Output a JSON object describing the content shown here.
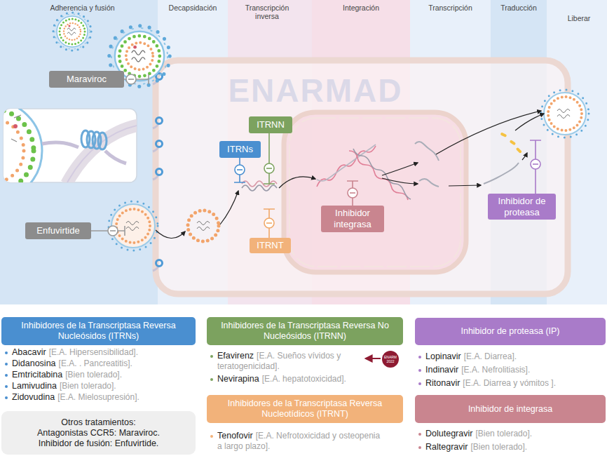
{
  "diagram": {
    "nodes": [
      {
        "text": [
          "Maraviroc"
        ]
      },
      {
        "text": [
          "ITRNN"
        ]
      },
      {
        "text": [
          "ITRNs"
        ]
      },
      {
        "text": [
          "Inhibidor de proteasa"
        ]
      },
      {
        "text": [
          "Inhibidor integrasa"
        ]
      },
      {
        "text": [
          "Enfuvirtide"
        ]
      },
      {
        "text": [
          "ITRNT"
        ]
      },
      {
        "text": [
          "Inhibidores de la Transcriptasa Reversa Nucleósidos (ITRNs)"
        ]
      },
      {
        "text": [
          "Inhibidores de la Transcriptasa Reversa No Nucleósidos (ITRNN)"
        ]
      },
      {
        "text": [
          "Inhibidor de proteasa (IP)"
        ]
      },
      {
        "text": [
          "ENARM 2022"
        ]
      },
      {
        "text": [
          "Inhibidores de la Transcriptasa Reversa Nucleotídicos (ITRNT)"
        ]
      },
      {
        "text": [
          "Inhibidor de integrasa"
        ]
      },
      {
        "text": [
          "Otros tratamientos:",
          "Antagonistas CCR5: Maraviroc.",
          "Inhibidor de fusión: Enfuvirtide."
        ]
      }
    ],
    "labels": [
      "Adherencia y fusión",
      "Decapsidación",
      "Transcripción inversa",
      "Integración",
      "Transcripción",
      "Traducción",
      "Liberar",
      "ENARMAD",
      "Abacavir",
      "[E.A. Hipersensibilidad].",
      "Didanosina",
      "[E.A. . Pancreatitis].",
      "Emtricitabina",
      "[Bien tolerado].",
      "Lamivudina",
      "[Bien tolerado].",
      "Zidovudina",
      "[E.A. Mielosupresión].",
      "Efavirenz",
      "[E.A. Sueños vívidos y teratogenicidad].",
      "Nevirapina",
      "[E.A. hepatotoxicidad].",
      "Tenofovir",
      "[E.A. Nefrotoxicidad y osteopenia a largo plazo].",
      "Lopinavir",
      "[E.A. Diarrea].",
      "Indinavir",
      "[E.A. Nefrolitiasis].",
      "Ritonavir",
      "[E.A. Diarrea y vómitos ].",
      "Dolutegravir",
      "[Bien tolerado].",
      "Raltegravir",
      "[Bien tolerado]."
    ]
  }
}
